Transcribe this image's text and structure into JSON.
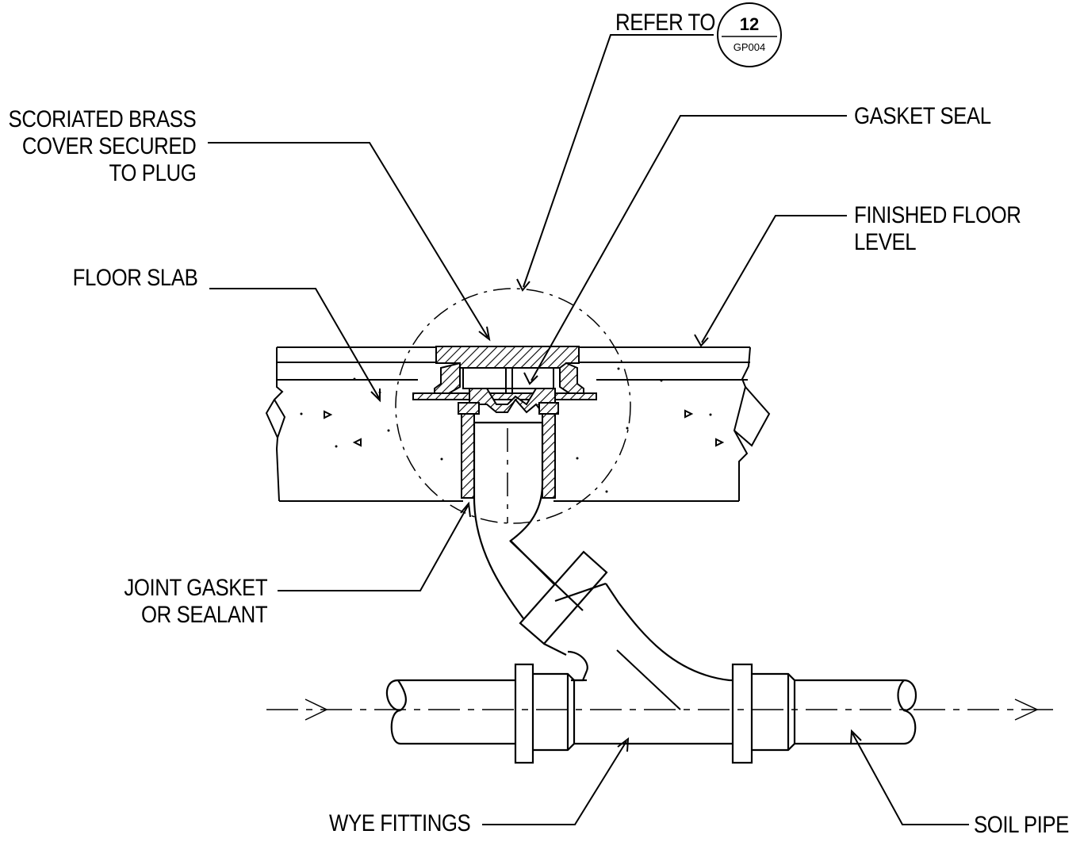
{
  "labels": {
    "refer_to": "REFER TO",
    "callout_number": "12",
    "callout_sheet": "GP004",
    "scoriated_cover": [
      "SCORIATED BRASS",
      "COVER SECURED",
      "TO PLUG"
    ],
    "gasket_seal": "GASKET SEAL",
    "finished_floor": [
      "FINISHED FLOOR",
      "LEVEL"
    ],
    "floor_slab": "FLOOR SLAB",
    "joint_gasket": [
      "JOINT GASKET",
      "OR SEALANT"
    ],
    "wye_fittings": "WYE FITTINGS",
    "soil_pipe": "SOIL PIPE"
  },
  "colors": {
    "line": "#000000",
    "background": "#ffffff"
  }
}
